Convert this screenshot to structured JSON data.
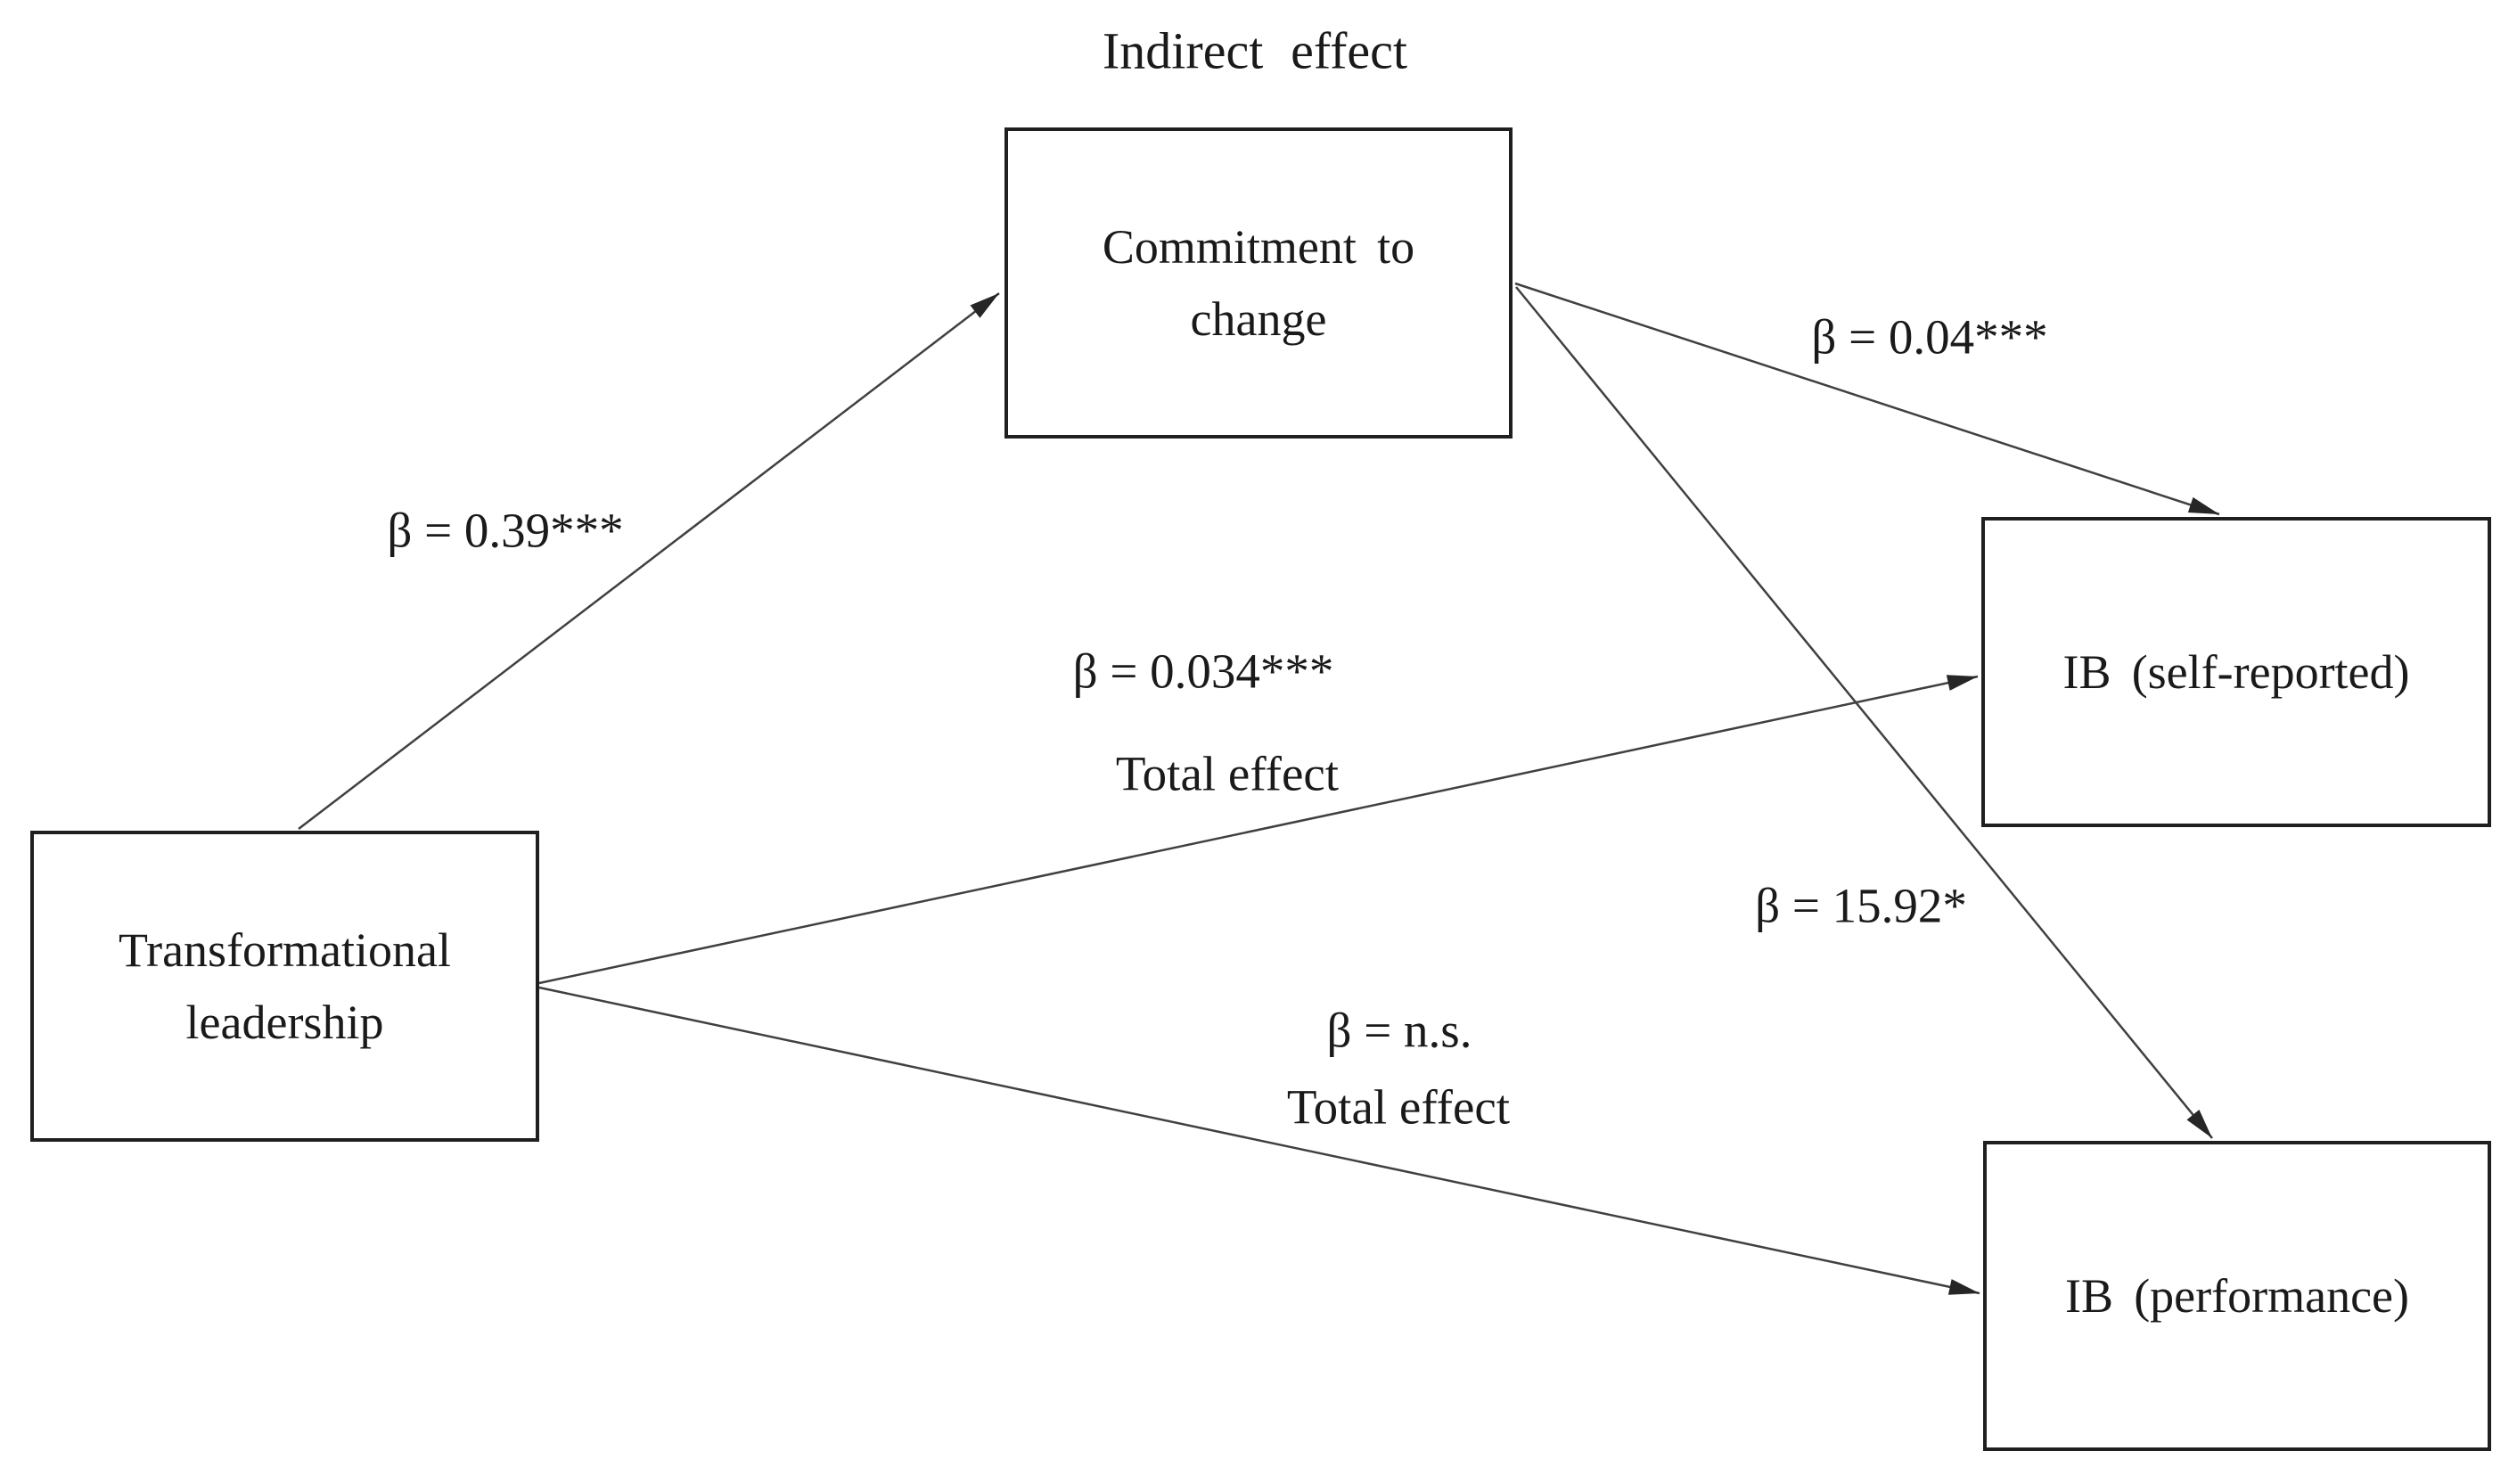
{
  "diagram": {
    "title": "Indirect effect",
    "nodes": {
      "commitment": {
        "label": "Commitment to\nchange"
      },
      "transformational": {
        "label": "Transformational\nleadership"
      },
      "ib_self": {
        "label": "IB (self-reported)"
      },
      "ib_perf": {
        "label": "IB (performance)"
      }
    },
    "edge_labels": {
      "tfl_to_commitment": {
        "beta": "β = 0.39***"
      },
      "commitment_to_ib_self": {
        "beta": "β = 0.04***"
      },
      "tfl_to_ib_self": {
        "beta": "β = 0.034***",
        "note": "Total effect"
      },
      "commitment_to_ib_perf": {
        "beta": "β = 15.92*"
      },
      "tfl_to_ib_perf": {
        "beta": "β = n.s.",
        "note": "Total effect"
      }
    },
    "colors": {
      "background": "#ffffff",
      "line": "#404040",
      "border": "#1f1f1f",
      "text": "#1a1a1a"
    }
  }
}
